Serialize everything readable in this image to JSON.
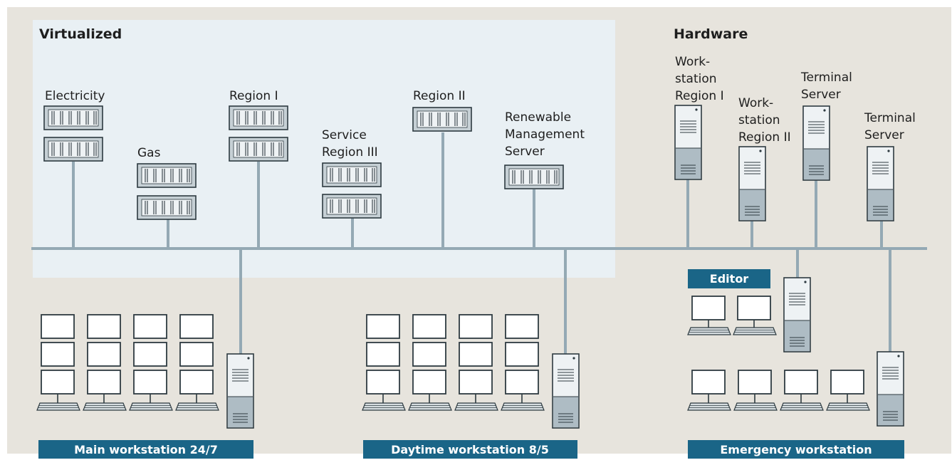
{
  "colors": {
    "background": "#e7e4dd",
    "virtualized_panel": "#e9f0f4",
    "bus_line": "#94a9b4",
    "band": "#1a6587",
    "rack_fill": "#c6d0d5",
    "device_stroke": "#2d3a40"
  },
  "sections": {
    "virtualized": "Virtualized",
    "hardware": "Hardware"
  },
  "servers": [
    {
      "label": [
        "Electricity"
      ]
    },
    {
      "label": [
        "Gas"
      ]
    },
    {
      "label": [
        "Region I"
      ]
    },
    {
      "label": [
        "Service",
        "Region III"
      ]
    },
    {
      "label": [
        "Region II"
      ]
    },
    {
      "label": [
        "Renewable",
        "Management",
        "Server"
      ]
    }
  ],
  "hardware": [
    {
      "label": [
        "Work-",
        "station",
        "Region I"
      ]
    },
    {
      "label": [
        "Work-",
        "station",
        "Region II"
      ]
    },
    {
      "label": [
        "Terminal",
        "Server"
      ]
    },
    {
      "label": [
        "Terminal",
        "Server"
      ]
    }
  ],
  "editor": "Editor",
  "workstations": [
    {
      "label": "Main workstation 24/7"
    },
    {
      "label": "Daytime workstation 8/5"
    },
    {
      "label": "Emergency workstation"
    }
  ],
  "icons": [
    "rack-server-icon",
    "tower-pc-icon",
    "monitor-icon",
    "keyboard-icon"
  ]
}
